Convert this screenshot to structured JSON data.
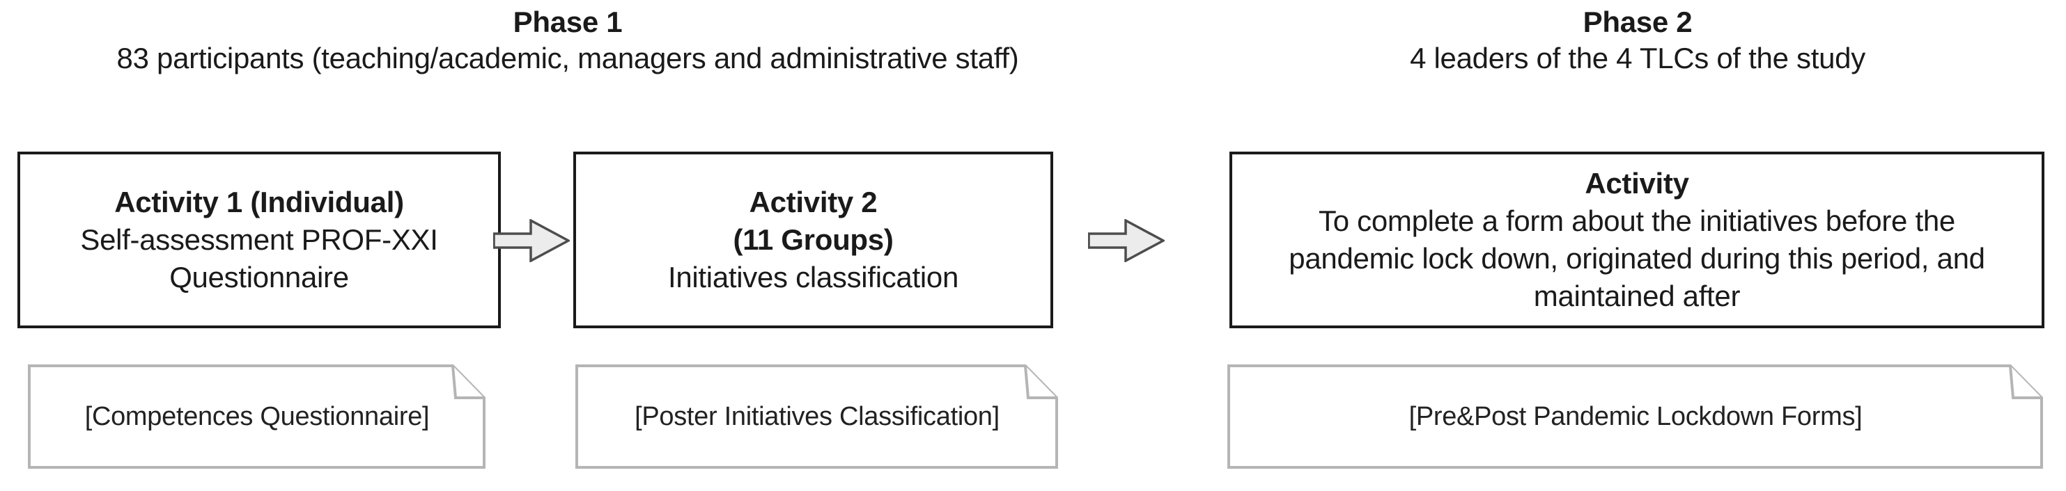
{
  "figure": {
    "phases": [
      {
        "title": "Phase 1",
        "subtitle": "83 participants (teaching/academic, managers and administrative staff)"
      },
      {
        "title": "Phase 2",
        "subtitle": "4 leaders of the 4 TLCs of the study"
      }
    ],
    "activities": [
      {
        "title_lines": [
          "Activity 1 (Individual)"
        ],
        "body_lines": [
          "Self-assessment PROF-XXI",
          "Questionnaire"
        ]
      },
      {
        "title_lines": [
          "Activity 2",
          "(11 Groups)"
        ],
        "body_lines": [
          "Initiatives classification"
        ]
      },
      {
        "title_lines": [
          "Activity"
        ],
        "body_lines": [
          "To complete a form about the initiatives before the",
          "pandemic lock down, originated during this period, and",
          "maintained after"
        ]
      }
    ],
    "documents": [
      {
        "label": "[Competences Questionnaire]"
      },
      {
        "label": "[Poster Initiatives Classification]"
      },
      {
        "label": "[Pre&Post Pandemic Lockdown Forms]"
      }
    ],
    "connectors": [
      {
        "icon": "arrow-right"
      },
      {
        "icon": "arrow-right"
      }
    ],
    "colors": {
      "background": "#ffffff",
      "text": "#1a1a1a",
      "activity_border": "#1a1a1a",
      "document_border": "#b5b5b5",
      "document_text": "#222222",
      "arrow_fill": "#ececec",
      "arrow_stroke": "#4d4d4d"
    }
  }
}
